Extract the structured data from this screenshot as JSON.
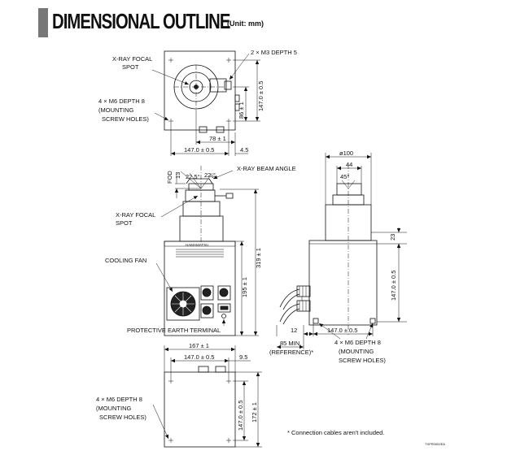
{
  "title": "DIMENSIONAL OUTLINE",
  "unit": "(Unit: mm)",
  "top_view": {
    "label_focal_1": "X-RAY FOCAL",
    "label_focal_2": "SPOT",
    "m3": "2 × M3 DEPTH 5",
    "m6_1": "4 × M6  DEPTH 8",
    "m6_2": "(MOUNTING",
    "m6_3": "SCREW HOLES)",
    "dim_147_v": "147.0 ± 0.5",
    "dim_86": "86 ± 1",
    "dim_78": "78 ± 1",
    "dim_147_h": "147.0 ± 0.5",
    "dim_4_5": "4.5"
  },
  "front_view": {
    "fod": "FOD",
    "fod_13": "13",
    "ang_22_5": "22.5°",
    "ang_22": "22",
    "ang_5": "5°",
    "beam": "X-RAY BEAM ANGLE",
    "label_focal_1": "X-RAY FOCAL",
    "label_focal_2": "SPOT",
    "cooling": "COOLING FAN",
    "earth": "PROTECTIVE EARTH TERMINAL",
    "brand": "HAMAMATSU",
    "dim_319": "319 ± 1",
    "dim_195": "195 ± 1"
  },
  "side_view": {
    "dia": "ø100",
    "dim_44": "44",
    "ang_45": "45°",
    "dim_23": "23",
    "dim_147_v": "147.0 ± 0.5",
    "dim_12": "12",
    "dim_147_h": "147.0 ± 0.5",
    "min_1": "85 MIN.",
    "min_2": "(REFERENCE)*",
    "m6_1": "4 × M6  DEPTH 8",
    "m6_2": "(MOUNTING",
    "m6_3": "SCREW HOLES)"
  },
  "bottom_view": {
    "dim_167": "167 ± 1",
    "dim_147_h": "147.0 ± 0.5",
    "dim_9_5": "9.5",
    "m6_1": "4 × M6  DEPTH 8",
    "m6_2": "(MOUNTING",
    "m6_3": "SCREW HOLES)",
    "dim_147_v": "147.0 ± 0.5",
    "dim_172": "172 ± 1"
  },
  "note": "* Connection cables aren't included.",
  "code": "TXPR0002EA"
}
